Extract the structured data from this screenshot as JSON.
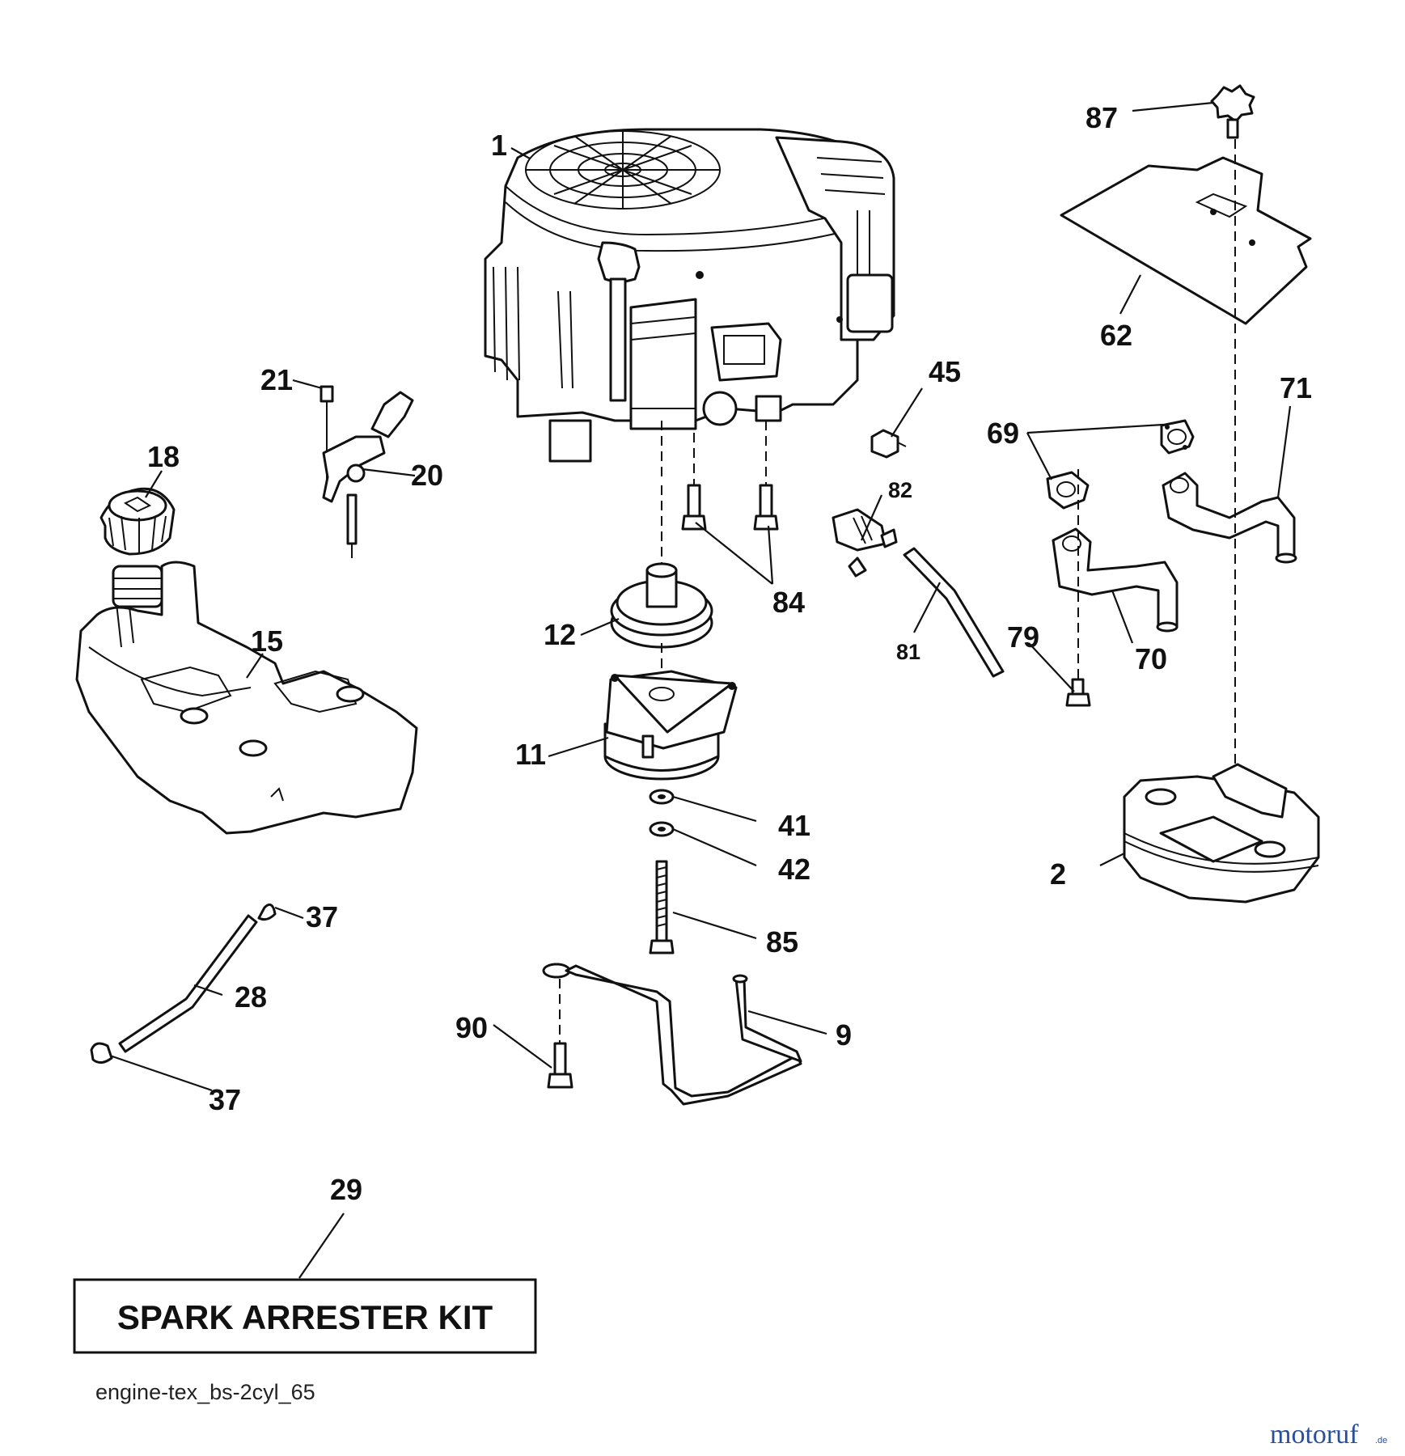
{
  "callouts": [
    "1",
    "87",
    "62",
    "45",
    "71",
    "21",
    "20",
    "69",
    "18",
    "82",
    "84",
    "12",
    "81",
    "79",
    "70",
    "15",
    "11",
    "41",
    "2",
    "42",
    "37",
    "85",
    "28",
    "90",
    "9",
    "37",
    "29"
  ],
  "kit_label": "SPARK ARRESTER KIT",
  "diagram_code": "engine-tex_bs-2cyl_65",
  "brand": {
    "name": "motoruf",
    "suffix": ".de"
  }
}
